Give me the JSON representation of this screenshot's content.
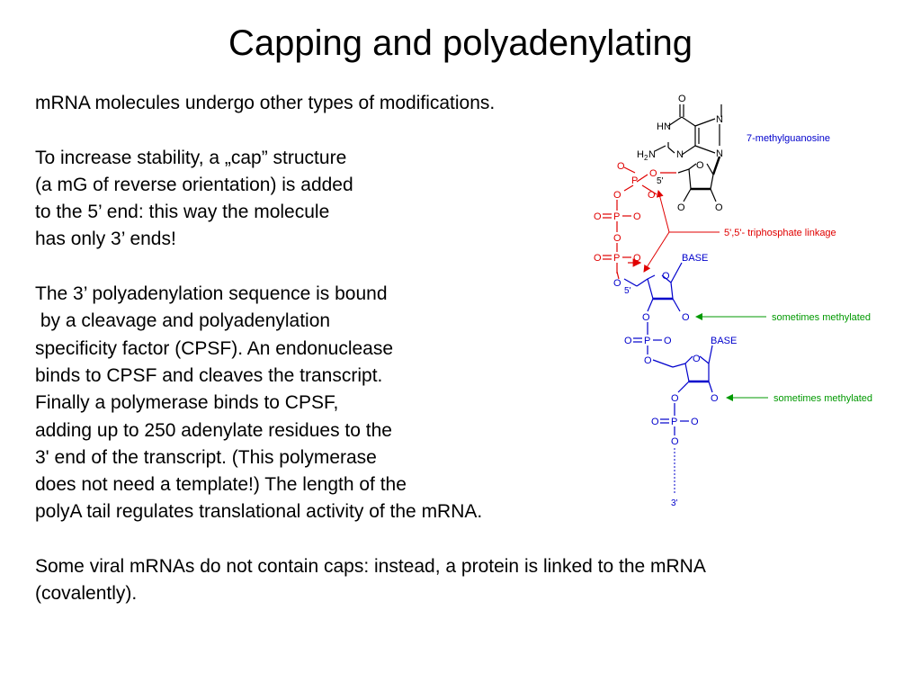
{
  "slide": {
    "title": "Capping and polyadenylating",
    "paragraphs": [
      [
        "mRNA molecules undergo other types of modifications."
      ],
      [
        "To increase stability, a „cap” structure",
        "(a mG of reverse orientation) is added",
        "to the 5’ end: this way the molecule",
        "has only 3’ ends!"
      ],
      [
        "The 3’ polyadenylation sequence is bound",
        " by a cleavage and polyadenylation",
        "specificity factor (CPSF). An endonuclease",
        "binds to CPSF and cleaves the transcript.",
        "Finally a polymerase binds to CPSF,",
        "adding up to 250 adenylate residues to the",
        "3' end of the transcript. (This polymerase",
        "does not need a template!) The length of the",
        "polyA tail regulates translational activity of the mRNA."
      ],
      [
        "Some viral mRNAs do not contain caps: instead, a protein is linked to the mRNA",
        "(covalently)."
      ]
    ]
  },
  "diagram": {
    "atoms": {
      "O": "O",
      "P": "P",
      "N": "N",
      "HN": "HN",
      "H2N_H": "H",
      "H2N_sub": "2",
      "H2N_N": "N",
      "five_prime": "5'",
      "three_prime": "3'",
      "base": "BASE"
    },
    "labels": {
      "methylguanosine": "7-methylguanosine",
      "triphosphate_linkage": "5',5'- triphosphate linkage",
      "sometimes_methylated_1": "sometimes methylated",
      "sometimes_methylated_2": "sometimes methylated"
    },
    "colors": {
      "cap": "#e00000",
      "chain": "#0000cc",
      "annotation": "#009900",
      "ring": "#000000"
    }
  }
}
